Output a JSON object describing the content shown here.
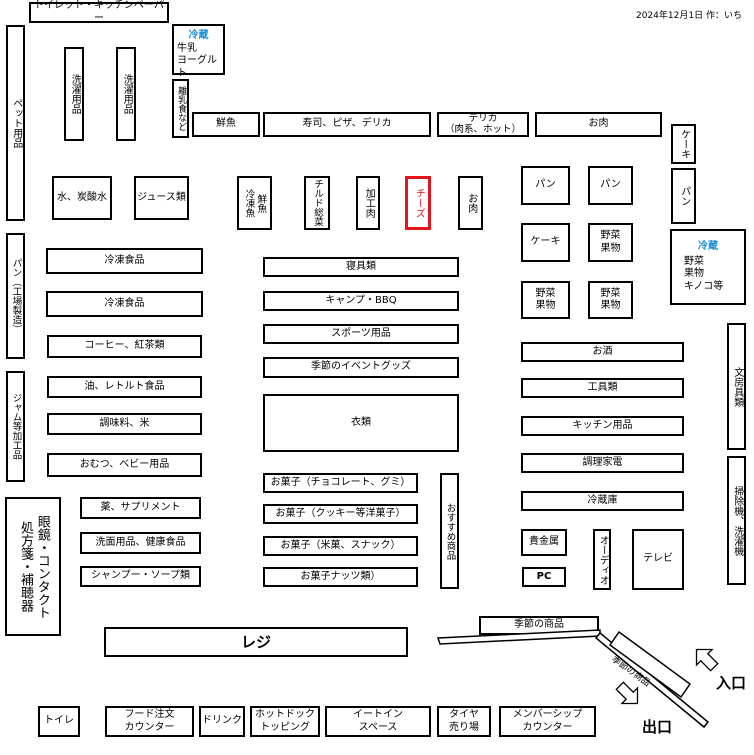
{
  "header": {
    "credit": "2024年12月1日 作：いち"
  },
  "sections": {
    "toilet_paper": "トイレット・キッチンペーパー",
    "pet": "ペット用品",
    "laundry_1": "洗濯用品",
    "laundry_2": "洗濯用品",
    "cold_dairy": {
      "tag": "冷蔵",
      "text": "牛乳\nヨーグルト"
    },
    "baby_goods": "離乳食など",
    "fish": "鮮魚",
    "sushi": "寿司、ピザ、デリカ",
    "deli": "デリカ\n（肉系、ホット）",
    "meat_top": "お肉",
    "cake_right": "ケーキ",
    "water": "水、炭酸水",
    "juice": "ジュース類",
    "frozen_fish": "鮮魚\n冷凍魚",
    "chilled": "チルド総菜",
    "processed_meat": "加工肉",
    "cheese": "チーズ",
    "meat_mid": "お肉",
    "bread_1": "パン",
    "bread_2": "パン",
    "bread_right": "パン",
    "cake_mid": "ケーキ",
    "veg_1": "野菜\n果物",
    "veg_2": "野菜\n果物",
    "veg_3": "野菜\n果物",
    "cold_veg": {
      "tag": "冷蔵",
      "text": "野菜\n果物\nキノコ等"
    },
    "bread_industrial": "パン（工場製造）",
    "jam": "ジャム等加工品",
    "frozen_1": "冷凍食品",
    "frozen_2": "冷凍食品",
    "coffee": "コーヒー、紅茶類",
    "oil": "油、レトルト食品",
    "seasoning": "調味料、米",
    "diapers": "おむつ、ベビー用品",
    "medicine": "薬、サプリメント",
    "toiletries": "洗面用品、健康食品",
    "shampoo": "シャンプー・ソープ類",
    "optical": "眼鏡・コンタクト\n処方箋・補聴器",
    "bedding": "寝具類",
    "camping": "キャンプ・BBQ",
    "sports": "スポーツ用品",
    "seasonal_events": "季節のイベントグッズ",
    "clothing": "衣類",
    "snack_choco": "お菓子（チョコレート、グミ）",
    "snack_cookie": "お菓子（クッキー等洋菓子）",
    "snack_rice": "お菓子（米菓、スナック）",
    "snack_nuts": "お菓子ナッツ類）",
    "recommended": "おすすめ商品",
    "alcohol": "お酒",
    "tools": "工具類",
    "kitchen": "キッチン用品",
    "cooking_appliances": "調理家電",
    "fridges": "冷蔵庫",
    "stationery": "文房具類",
    "cleaning_appliances": "掃除機、洗濯機",
    "precious_metals": "貴金属",
    "audio": "オーディオ",
    "tv": "テレビ",
    "pc": "PC",
    "register": "レジ",
    "seasonal_goods_1": "季節の商品",
    "seasonal_goods_2": "季節の商品",
    "toilet": "トイレ",
    "food_counter": "フード注文\nカウンター",
    "drink": "ドリンク",
    "hotdog": "ホットドック\nトッピング",
    "eatin": "イートイン\nスペース",
    "tire": "タイヤ\n売り場",
    "membership": "メンバーシップ\nカウンター"
  },
  "entrances": {
    "entrance": "入口",
    "exit": "出口"
  },
  "highlight": {
    "section": "cheese",
    "color": "#e2141e"
  },
  "colors": {
    "cold_label": "#1a8fd6",
    "border": "#000000"
  }
}
